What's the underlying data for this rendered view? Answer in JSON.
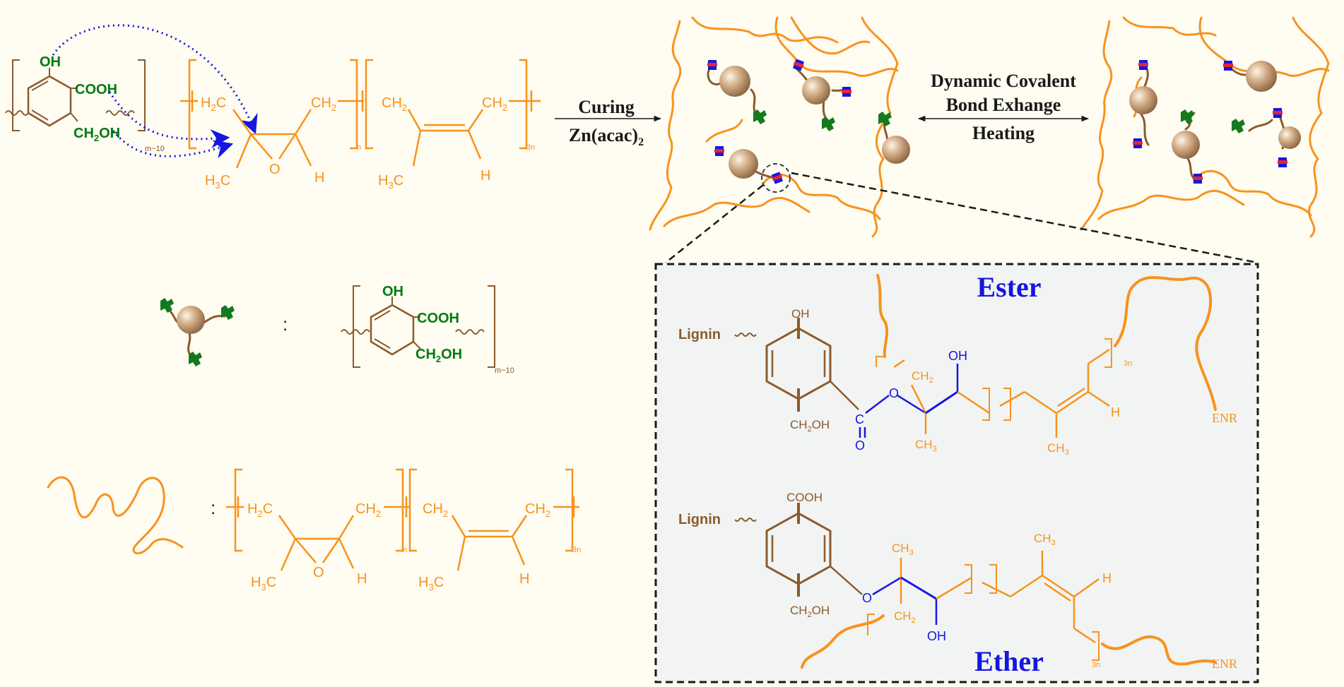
{
  "colors": {
    "background": "#fffcf1",
    "enr_orange": "#f7931e",
    "lignin_brown": "#8b5a2b",
    "hydroxyl_green": "#007a12",
    "bond_blue": "#1616e0",
    "label_dark": "#1a1a1a",
    "sphere": "#c9a380",
    "inset_bg": "#f1f4f3"
  },
  "lignin_unit": {
    "oh": "OH",
    "cooh": "COOH",
    "ch2oh": "CH",
    "ch2oh_sub": "2",
    "ch2oh_end": "OH",
    "repeat": "m~10"
  },
  "enr_unit": {
    "h2c": "H",
    "h2c_sub": "2",
    "h2c_c": "C",
    "ch2_a": "CH",
    "ch2_a_sub": "2",
    "ch2_b": "CH",
    "ch2_b_sub": "2",
    "ch2_c": "CH",
    "ch2_c_sub": "2",
    "h3c": "H",
    "h3c_sub": "3",
    "h3c_c": "C",
    "h3c_b": "H",
    "h3c_b_sub": "3",
    "h3c_b_c": "C",
    "o": "O",
    "h_a": "H",
    "h_b": "H",
    "n": "n",
    "three_n": "3n"
  },
  "arrows": {
    "curing": "Curing",
    "catalyst": "Zn(acac)",
    "catalyst_sub": "2",
    "exchange_1": "Dynamic Covalent",
    "exchange_2": "Bond Exhange",
    "exchange_3": "Heating"
  },
  "legend": {
    "colon_1": ":",
    "colon_2": ":"
  },
  "inset": {
    "ester_title": "Ester",
    "ether_title": "Ether",
    "lignin_1": "Lignin",
    "lignin_2": "Lignin",
    "oh_top": "OH",
    "ch2oh_1": "CH",
    "ch2oh_1_sub": "2",
    "ch2oh_1_end": "OH",
    "cooh_top": "COOH",
    "ch2oh_2": "CH",
    "ch2oh_2_sub": "2",
    "ch2oh_2_end": "OH",
    "c": "C",
    "o_carbonyl": "O",
    "o_ester": "O",
    "o_ether": "O",
    "oh_ester": "OH",
    "oh_ether": "OH",
    "ch2_ester": "CH",
    "ch2_ester_sub": "2",
    "ch2_ether": "CH",
    "ch2_ether_sub": "2",
    "ch3_1": "CH",
    "ch3_1_sub": "3",
    "ch3_2": "CH",
    "ch3_2_sub": "3",
    "ch3_3": "CH",
    "ch3_3_sub": "3",
    "ch3_4": "CH",
    "ch3_4_sub": "3",
    "h_1": "H",
    "h_2": "H",
    "enr_1": "ENR",
    "enr_2": "ENR",
    "three_n_1": "3n",
    "three_n_2": "3n"
  }
}
